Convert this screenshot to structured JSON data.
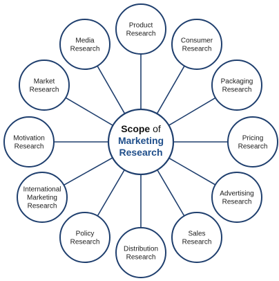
{
  "center": {
    "line1_bold": "Scope",
    "line1_rest": " of",
    "line2": "Marketing",
    "line3": "Research"
  },
  "colors": {
    "stroke": "#1f3f6e",
    "text": "#1a1a1a",
    "accent": "#1f4e8a"
  },
  "nodes": [
    {
      "id": "product",
      "lines": [
        "Product",
        "Research"
      ]
    },
    {
      "id": "consumer",
      "lines": [
        "Consumer",
        "Research"
      ]
    },
    {
      "id": "packaging",
      "lines": [
        "Packaging",
        "Research"
      ]
    },
    {
      "id": "pricing",
      "lines": [
        "Pricing",
        "Research"
      ]
    },
    {
      "id": "advertising",
      "lines": [
        "Advertising",
        "Research"
      ]
    },
    {
      "id": "sales",
      "lines": [
        "Sales",
        "Research"
      ]
    },
    {
      "id": "distribution",
      "lines": [
        "Distribution",
        "Research"
      ]
    },
    {
      "id": "policy",
      "lines": [
        "Policy",
        "Research"
      ]
    },
    {
      "id": "international",
      "lines": [
        "International",
        "Marketing",
        "Research"
      ]
    },
    {
      "id": "motivation",
      "lines": [
        "Motivation",
        "Research"
      ]
    },
    {
      "id": "market",
      "lines": [
        "Market",
        "Research"
      ]
    },
    {
      "id": "media",
      "lines": [
        "Media",
        "Research"
      ]
    }
  ]
}
